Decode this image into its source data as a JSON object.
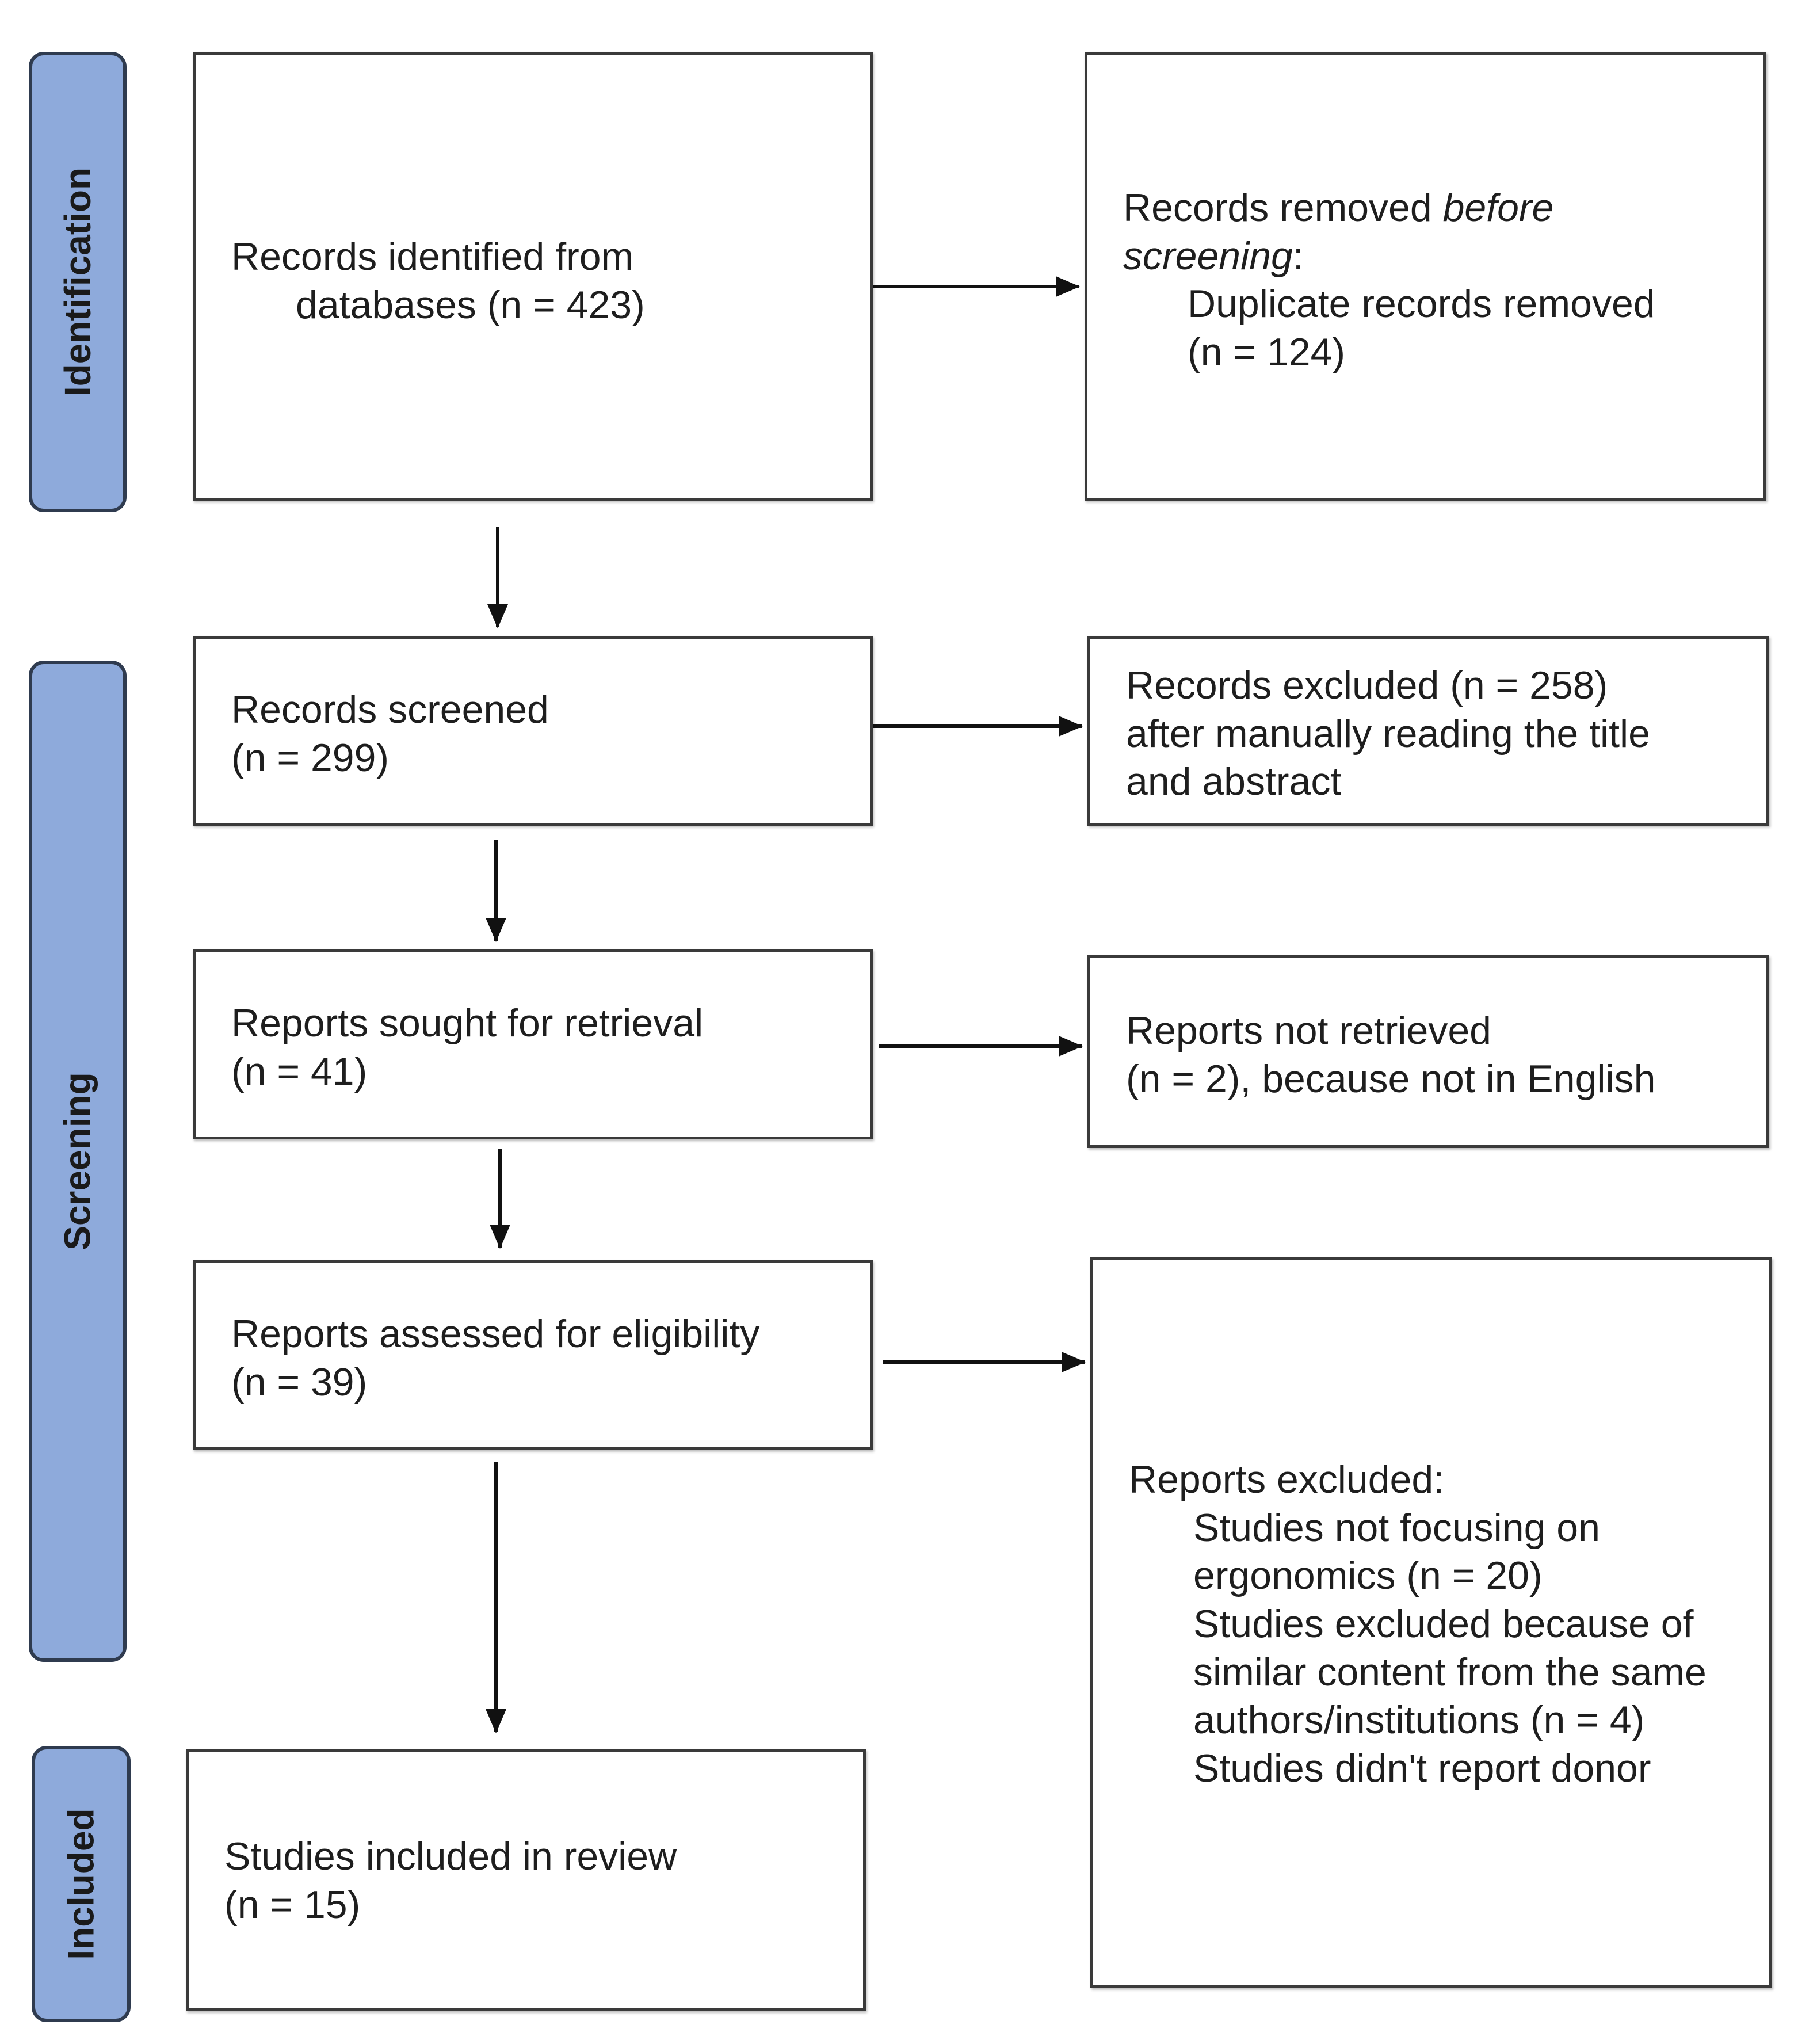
{
  "phases": {
    "identification": "Identification",
    "screening": "Screening",
    "included": "Included"
  },
  "boxes": {
    "identified": {
      "line1": "Records identified from",
      "line2": "databases (n = 423)"
    },
    "removed": {
      "line1_prefix": "Records removed ",
      "line1_italic": "before",
      "line2_italic": "screening",
      "line2_suffix": ":",
      "line3": "Duplicate records removed",
      "line4": "(n = 124)"
    },
    "screened": {
      "line1": "Records screened",
      "line2": "(n = 299)"
    },
    "excluded_records": {
      "line1": "Records excluded (n = 258)",
      "line2": "after manually reading the title",
      "line3": "and abstract"
    },
    "sought": {
      "line1": "Reports sought for retrieval",
      "line2": "(n = 41)"
    },
    "not_retrieved": {
      "line1": "Reports not retrieved",
      "line2": "(n = 2), because not in English"
    },
    "assessed": {
      "line1": "Reports assessed for eligibility",
      "line2": "(n = 39)"
    },
    "reports_excluded": {
      "heading": "Reports excluded:",
      "items": [
        "Studies not focusing on",
        "ergonomics (n = 20)",
        "Studies excluded because of",
        "similar content from the same",
        "authors/institutions (n = 4)",
        "Studies didn't report donor"
      ]
    },
    "included": {
      "line1": "Studies included in review",
      "line2": "(n = 15)"
    }
  }
}
